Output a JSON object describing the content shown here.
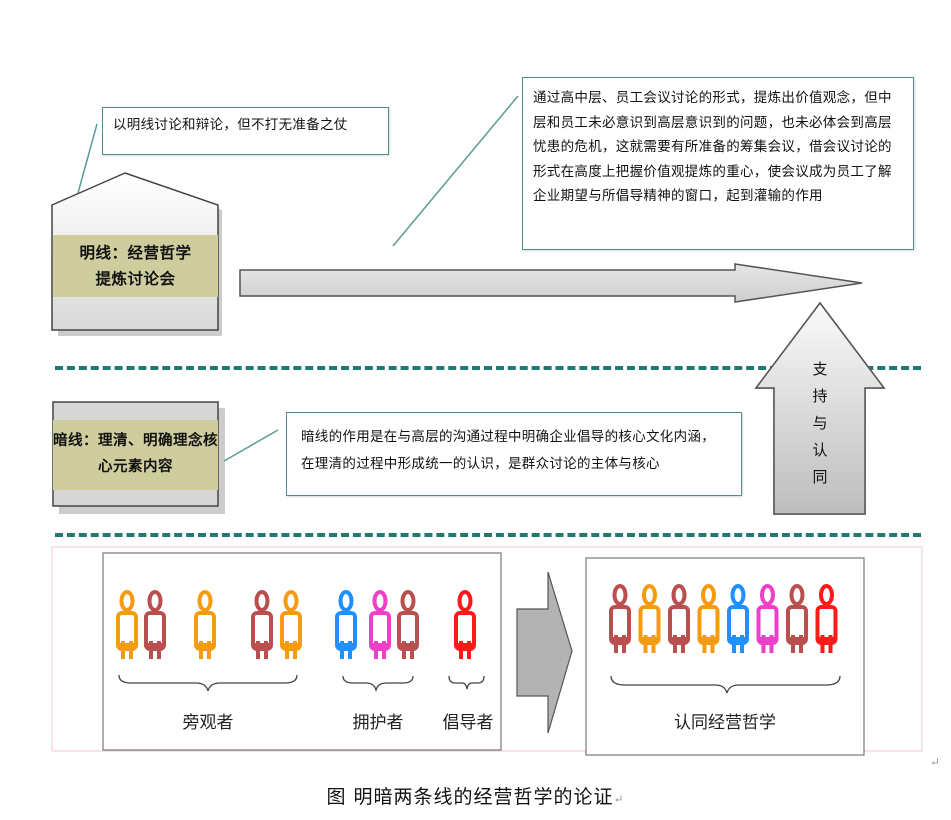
{
  "bright_line": {
    "label_line1": "明线：经营哲学",
    "label_line2": "提炼讨论会",
    "callout": "以明线讨论和辩论，但不打无准备之仗",
    "description": "通过高中层、员工会议讨论的形式，提炼出价值观念，但中层和员工未必意识到高层意识到的问题，也未必体会到高层忧患的危机，这就需要有所准备的筹集会议，借会议讨论的形式在高度上把握价值观提炼的重心，使会议成为员工了解企业期望与所倡导精神的窗口，起到灌输的作用"
  },
  "dark_line": {
    "label_line1": "暗线：理清、明确理念核",
    "label_line2": "心元素内容",
    "description": "暗线的作用是在与高层的沟通过程中明确企业倡导的核心文化内涵，在理清的过程中形成统一的认识，是群众讨论的主体与核心"
  },
  "support_arrow": {
    "chars": [
      "支",
      "持",
      "与",
      "认",
      "同"
    ]
  },
  "groups_before": [
    {
      "label": "旁观者",
      "people": [
        "#f39c12",
        "#b94f4f",
        "#f39c12",
        "#b94f4f",
        "#f39c12"
      ]
    },
    {
      "label": "拥护者",
      "people": [
        "#1e90ff",
        "#ee3fc8",
        "#b94f4f"
      ]
    },
    {
      "label": "倡导者",
      "people": [
        "#ff1a1a"
      ]
    }
  ],
  "group_after": {
    "label": "认同经营哲学",
    "people": [
      "#b94f4f",
      "#f39c12",
      "#b94f4f",
      "#f39c12",
      "#1e90ff",
      "#ee3fc8",
      "#b94f4f",
      "#ff1a1a"
    ]
  },
  "colors": {
    "dash": "#1e7a72",
    "note_border": "#4f8f8a",
    "khaki": "#cfcd9e"
  },
  "caption": "图  明暗两条线的经营哲学的论证",
  "paragraph_mark": "↵"
}
